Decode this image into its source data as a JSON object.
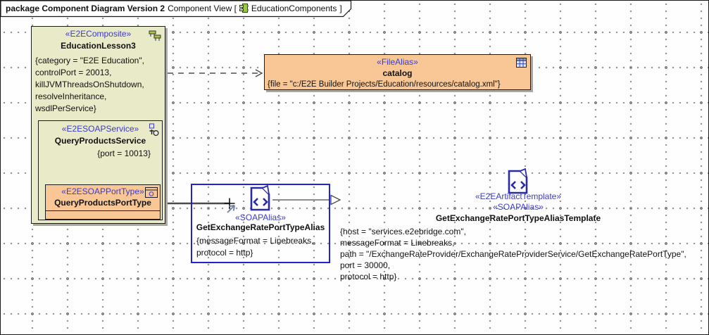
{
  "frame": {
    "keyword_title": "package Component Diagram Version 2",
    "context_label": "Component View [",
    "diagram_name": "EducationComponents",
    "bracket_close": "]"
  },
  "nodes": {
    "lesson": {
      "stereotype": "«E2EComposite»",
      "name": "EducationLesson3",
      "props": [
        "{category = \"E2E Education\",",
        "controlPort = 20013,",
        "killJVMThreadsOnShutdown,",
        "resolveInheritance,",
        "wsdlPerService}"
      ]
    },
    "service": {
      "stereotype": "«E2ESOAPService»",
      "name": "QueryProductsService",
      "tag": "{port = 10013}"
    },
    "porttype": {
      "stereotype": "«E2ESOAPPortType»",
      "name": "QueryProductsPortType"
    },
    "catalog": {
      "stereotype": "«FileAlias»",
      "name": "catalog",
      "props": [
        "{file = \"c:/E2E Builder Projects/Education/resources/catalog.xml\"}"
      ]
    },
    "alias": {
      "stereotype": "«SOAPAlias»",
      "name": "GetExchangeRatePortTypeAlias",
      "props": [
        "{messageFormat = Linebreaks,",
        "protocol = http}"
      ]
    },
    "template": {
      "stereotype1": "«E2EArtifactTemplate»",
      "stereotype2": "«SOAPAlias»",
      "name": "GetExchangeRatePortTypeAliasTemplate",
      "props": [
        "{host = \"services.e2ebridge.com\",",
        "messageFormat = Linebreaks,",
        "path = \"/ExchangeRateProvider/ExchangeRateProviderService/GetExchangeRatePortType\",",
        "port = 30000,",
        "protocol = http}"
      ]
    }
  },
  "icons": {
    "tab": "component-diagram-icon",
    "lesson": "composite-tables-icon",
    "service": "soap-service-icon",
    "porttype": "soap-porttype-icon",
    "catalog": "table-grid-icon",
    "alias": "xml-document-icon",
    "template": "xml-document-icon",
    "cursor": "crosshair-draw-cursor"
  },
  "colors": {
    "stereotype_blue": "#3B3BCB",
    "node_khaki": "#E9EAC8",
    "node_orange": "#F9C795",
    "selection_blue": "#2121D6",
    "doc_icon_blue": "#2A2AA5",
    "connector_gray": "#4D4D4D",
    "shadow_gray": "#A9A9A1"
  }
}
